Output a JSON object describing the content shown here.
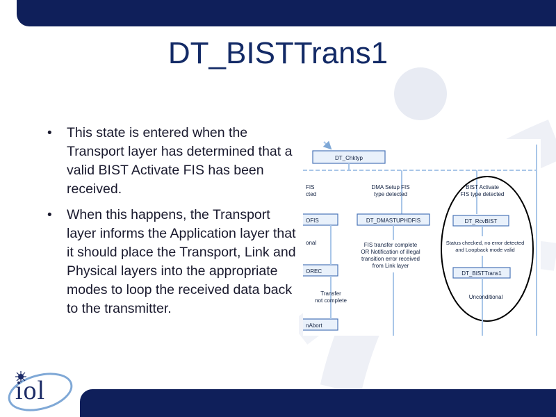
{
  "slide": {
    "title": "DT_BISTTrans1",
    "bullets": [
      "This state is entered when the Transport layer has determined that a valid BIST Activate FIS has been received.",
      "When this happens, the Transport layer informs the Application layer that it should place the Transport, Link and Physical layers into the appropriate modes to loop the received data back to the transmitter."
    ]
  },
  "diagram": {
    "top_box": "DT_Chktyp",
    "left_partial": [
      "FIS",
      "cted",
      "OFIS",
      "onal",
      "OREC",
      "nAbort"
    ],
    "left_transfer_label": [
      "Transfer",
      "not complete"
    ],
    "middle_condition": [
      "DMA Setup FIS",
      "type detected"
    ],
    "middle_box": "DT_DMASTUPHDFIS",
    "middle_note": [
      "FIS transfer complete",
      "OR Notification of illegal",
      "transition error received",
      "from Link layer"
    ],
    "right_condition": [
      "BIST Activate",
      "FIS type detected"
    ],
    "right_box1": "DT_RcvBIST",
    "right_note": [
      "Status checked, no error detected",
      "and Loopback mode valid"
    ],
    "right_box2": "DT_BISTTrans1",
    "right_final": "Unconditional"
  },
  "logo": {
    "text": "iol"
  },
  "colors": {
    "navy": "#0f1f5a",
    "title": "#132a66",
    "diagram_blue": "#a9c6e8",
    "box_stroke": "#4a74b8"
  }
}
